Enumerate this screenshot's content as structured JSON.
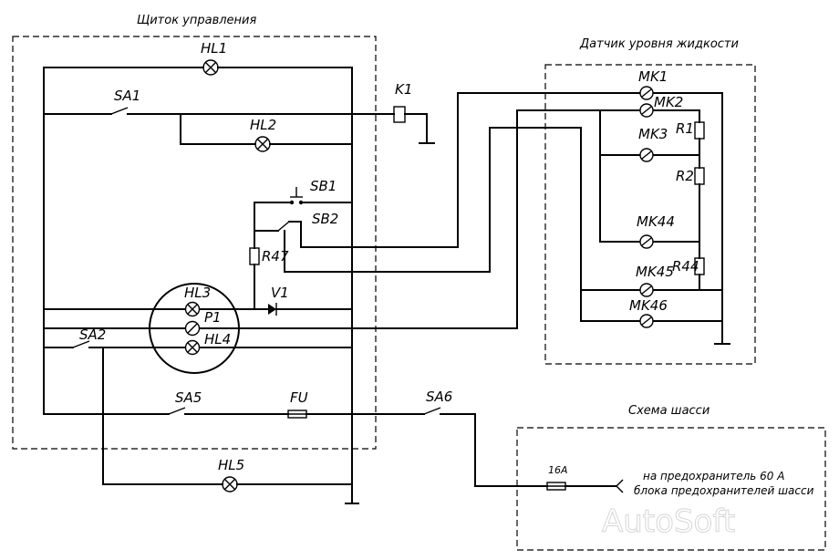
{
  "frames": {
    "control_panel": "Щиток управления",
    "level_sensor": "Датчик уровня жидкости",
    "chassis": "Схема шасси"
  },
  "components": {
    "hl1": "HL1",
    "sa1": "SA1",
    "k1": "K1",
    "hl2": "HL2",
    "sb1": "SB1",
    "sb2": "SB2",
    "r47": "R47",
    "v1": "V1",
    "hl3": "HL3",
    "p1": "P1",
    "hl4": "HL4",
    "sa2": "SA2",
    "sa5": "SA5",
    "fu": "FU",
    "sa6": "SA6",
    "hl5": "HL5",
    "mk1": "MK1",
    "mk2": "MK2",
    "r1": "R1",
    "mk3": "MK3",
    "r2": "R2",
    "mk44": "MK44",
    "r44": "R44",
    "mk45": "MK45",
    "mk46": "MK46",
    "fuse_16a": "16A"
  },
  "notes": {
    "fuse_line1": "на предохранитель 60 А",
    "fuse_line2": "блока предохранителей шасси"
  },
  "watermark": "AutoSoft"
}
